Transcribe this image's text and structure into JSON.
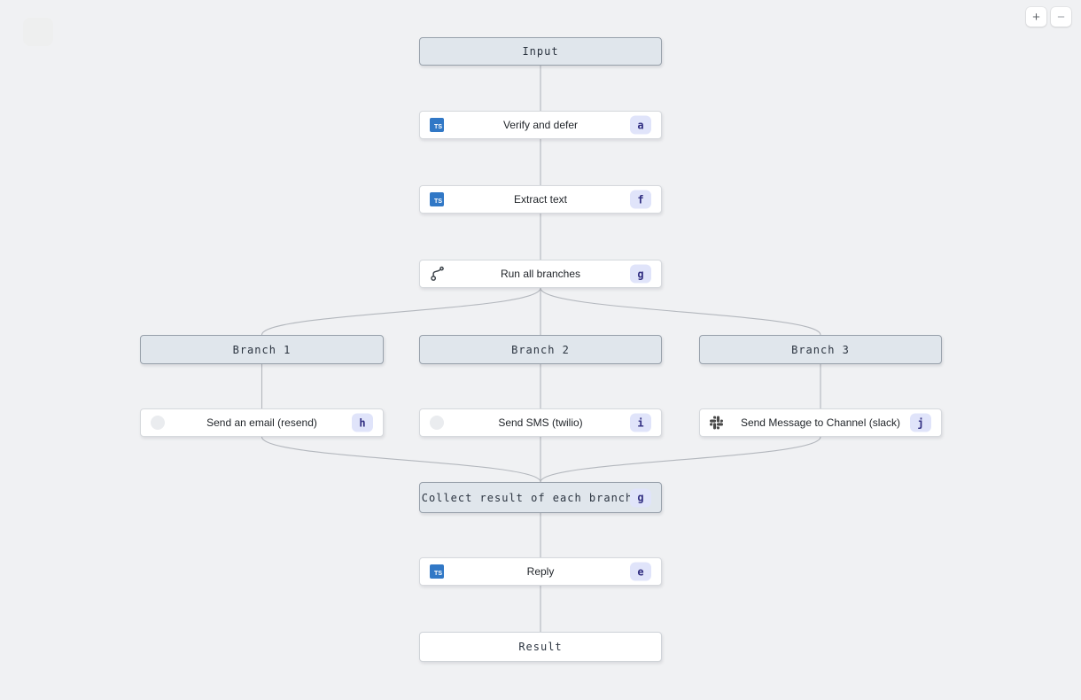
{
  "controls": {
    "zoom_in": "+",
    "zoom_out": "−"
  },
  "icons": {
    "typescript_label": "TS"
  },
  "colors": {
    "canvas_bg": "#f0f1f3",
    "header_bg": "#e0e6ec",
    "header_border": "#98a1ab",
    "node_bg": "#ffffff",
    "node_border": "#d6d9dd",
    "edge": "#b3b7bd",
    "badge_bg": "#e0e4fa",
    "badge_text": "#312e81",
    "typescript_blue": "#3178c6",
    "slack_icon": "#4a4a4a"
  },
  "nodes": {
    "input": {
      "label": "Input"
    },
    "verify_and_defer": {
      "label": "Verify and defer",
      "badge": "a"
    },
    "extract_text": {
      "label": "Extract text",
      "badge": "f"
    },
    "run_all_branches": {
      "label": "Run all branches",
      "badge": "g"
    },
    "branch_1": {
      "label": "Branch 1"
    },
    "branch_2": {
      "label": "Branch 2"
    },
    "branch_3": {
      "label": "Branch 3"
    },
    "send_email": {
      "label": "Send an email (resend)",
      "badge": "h"
    },
    "send_sms": {
      "label": "Send SMS (twilio)",
      "badge": "i"
    },
    "send_slack": {
      "label": "Send Message to Channel (slack)",
      "badge": "j"
    },
    "collect_result": {
      "label": "Collect result of each branch",
      "badge": "g"
    },
    "reply": {
      "label": "Reply",
      "badge": "e"
    },
    "result": {
      "label": "Result"
    }
  }
}
